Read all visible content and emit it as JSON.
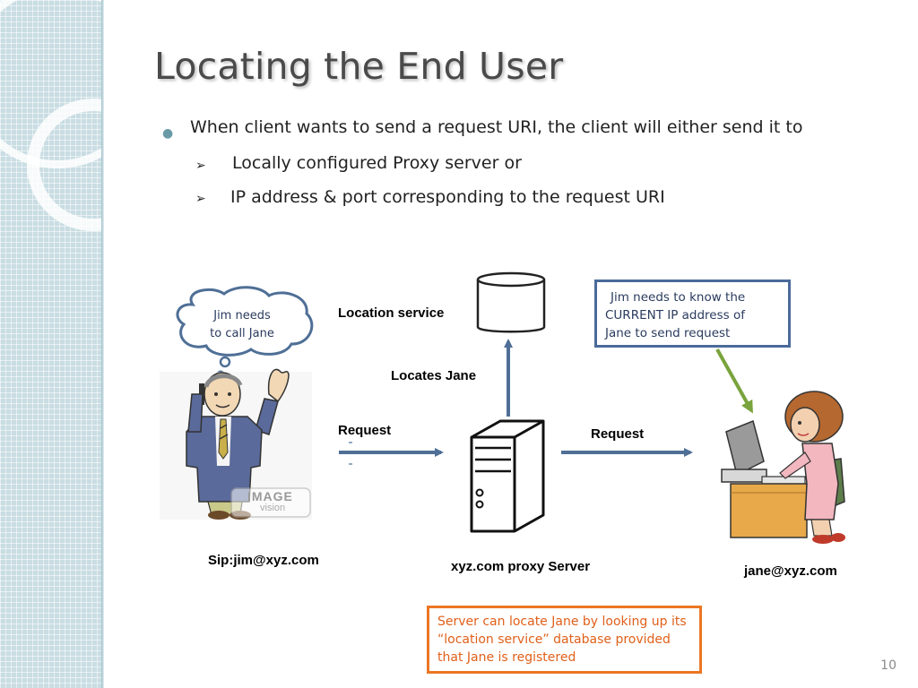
{
  "slide": {
    "title": "Locating the End User",
    "page_number": "10"
  },
  "bullets": {
    "main": "When client wants to send a request URI, the client will either send it to",
    "sub": [
      "Locally configured Proxy server or",
      "IP address & port corresponding to the request URI"
    ]
  },
  "diagram": {
    "thought_bubble": [
      "Jim needs",
      "to call Jane"
    ],
    "location_service_label": "Location service",
    "locates_label": "Locates Jane",
    "request_left_label": "Request",
    "request_right_label": "Request",
    "jim_address": "Sip:jim@xyz.com",
    "proxy_label": "xyz.com proxy Server",
    "jane_address": "jane@xyz.com",
    "top_note": [
      "Jim needs to know the",
      "CURRENT IP address of",
      "Jane to send request"
    ],
    "bottom_note": [
      "Server can locate Jane by looking up its",
      "“location service” database provided",
      "that Jane is registered"
    ],
    "watermark": [
      "IMAGE",
      "vision"
    ]
  },
  "colors": {
    "arrow": "#4f6f96",
    "note_border_blue": "#4a6a9a",
    "note_border_orange": "#ec7623",
    "bottom_note_text": "#e0601a",
    "green_arrow": "#79a33c"
  }
}
